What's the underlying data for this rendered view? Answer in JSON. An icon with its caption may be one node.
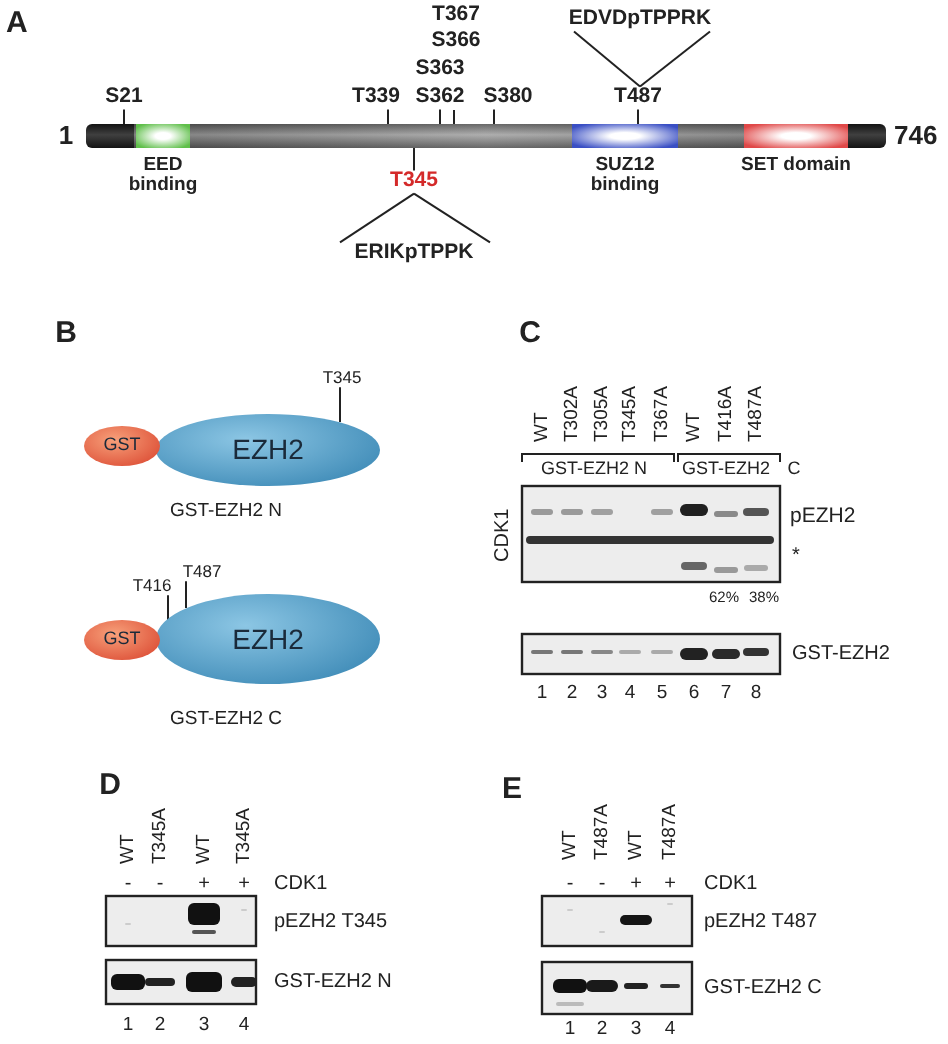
{
  "diagram": {
    "nodes": [
      {
        "text": [],
        "shape": "bar",
        "beside": [
          "1",
          "746"
        ]
      },
      {
        "text": [
          "EED binding"
        ],
        "in": 0
      },
      {
        "text": [
          "SUZ12 binding"
        ],
        "in": 0
      },
      {
        "text": [
          "SET domain"
        ],
        "in": 0
      },
      {
        "text": [
          "EDVDpTPPRK"
        ]
      },
      {
        "text": [
          "S21"
        ]
      },
      {
        "text": [
          "T339"
        ]
      },
      {
        "text": [
          "S362"
        ]
      },
      {
        "text": [
          "S380"
        ]
      },
      {
        "text": [
          "T487"
        ]
      },
      {
        "text": [
          "T345"
        ]
      },
      {
        "text": [
          "ERIKpTPPK"
        ]
      },
      {
        "text": [
          "GST"
        ]
      },
      {
        "text": [
          "EZH2"
        ],
        "beside": [
          "GST-EZH2 N"
        ]
      },
      {
        "text": [
          "T345"
        ]
      },
      {
        "text": [
          "T416"
        ]
      },
      {
        "text": [
          "T487"
        ]
      },
      {
        "text": [
          "GST"
        ]
      },
      {
        "text": [
          "EZH2"
        ],
        "beside": [
          "GST-EZH2 C"
        ]
      }
    ],
    "edges": [
      {
        "from": 5,
        "to": 0,
        "arrow": "none"
      },
      {
        "from": 6,
        "to": 0,
        "arrow": "none"
      },
      {
        "from": 7,
        "to": 0,
        "arrow": "none"
      },
      {
        "from": 8,
        "to": 0,
        "arrow": "none"
      },
      {
        "from": 9,
        "to": 0,
        "arrow": "none"
      },
      {
        "from": 10,
        "to": 0,
        "arrow": "none"
      },
      {
        "from": 4,
        "to": 9,
        "arrow": "none"
      },
      {
        "from": 4,
        "to": 9,
        "arrow": "none"
      },
      {
        "from": 11,
        "to": 10,
        "arrow": "none"
      },
      {
        "from": 11,
        "to": 10,
        "arrow": "none"
      },
      {
        "from": 14,
        "to": 13,
        "arrow": "none"
      },
      {
        "from": 15,
        "to": 18,
        "arrow": "none"
      },
      {
        "from": 16,
        "to": 18,
        "arrow": "none"
      }
    ],
    "labels": [
      "A",
      "T367",
      "S366",
      "S363",
      "B",
      "C",
      "WT",
      "T302A",
      "T305A",
      "T345A",
      "T367A",
      "WT",
      "T416A",
      "T487A",
      "GST-EZH2 N",
      "GST-EZH2",
      "C",
      "CDK1",
      "pEZH2",
      "*",
      "62%",
      "38%",
      "GST-EZH2",
      "1",
      "2",
      "3",
      "4",
      "5",
      "6",
      "7",
      "8",
      "D",
      "WT",
      "T345A",
      "WT",
      "T345A",
      "-",
      "-",
      "+",
      "+",
      "CDK1",
      "pEZH2 T345",
      "GST-EZH2 N",
      "1",
      "2",
      "3",
      "4",
      "E",
      "WT",
      "T487A",
      "WT",
      "T487A",
      "-",
      "-",
      "+",
      "+",
      "CDK1",
      "pEZH2 T487",
      "GST-EZH2 C",
      "1",
      "2",
      "3",
      "4"
    ]
  }
}
